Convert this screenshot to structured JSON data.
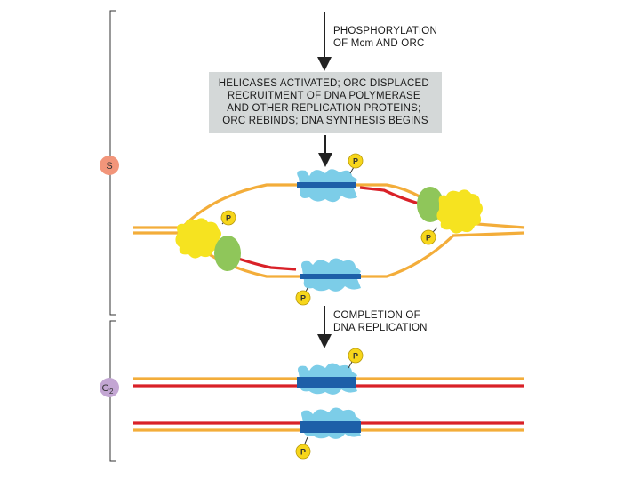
{
  "steps": {
    "top_label": [
      "PHOSPHORYLATION",
      "OF Mcm AND ORC"
    ],
    "box_lines": [
      "HELICASES ACTIVATED; ORC DISPLACED",
      "RECRUITMENT OF DNA POLYMERASE",
      "AND OTHER REPLICATION PROTEINS;",
      "ORC REBINDS; DNA SYNTHESIS BEGINS"
    ],
    "middle_label": [
      "COMPLETION OF",
      "DNA REPLICATION"
    ]
  },
  "phases": {
    "s_label": "S",
    "g2_label": "G",
    "g2_subscript": "2"
  },
  "phosphate_label": "P",
  "colors": {
    "strand_parental": "#f3ad3a",
    "strand_new": "#d92128",
    "orc_light": "#7ccde8",
    "orc_band": "#1d5fa8",
    "helicase": "#f6e320",
    "primase_green": "#8fc65a",
    "phosphate": "#f7d61b",
    "s_phase_dot": "#f2957a",
    "g2_phase_dot": "#c3a6d3",
    "box_fill": "#d4d8d8"
  }
}
